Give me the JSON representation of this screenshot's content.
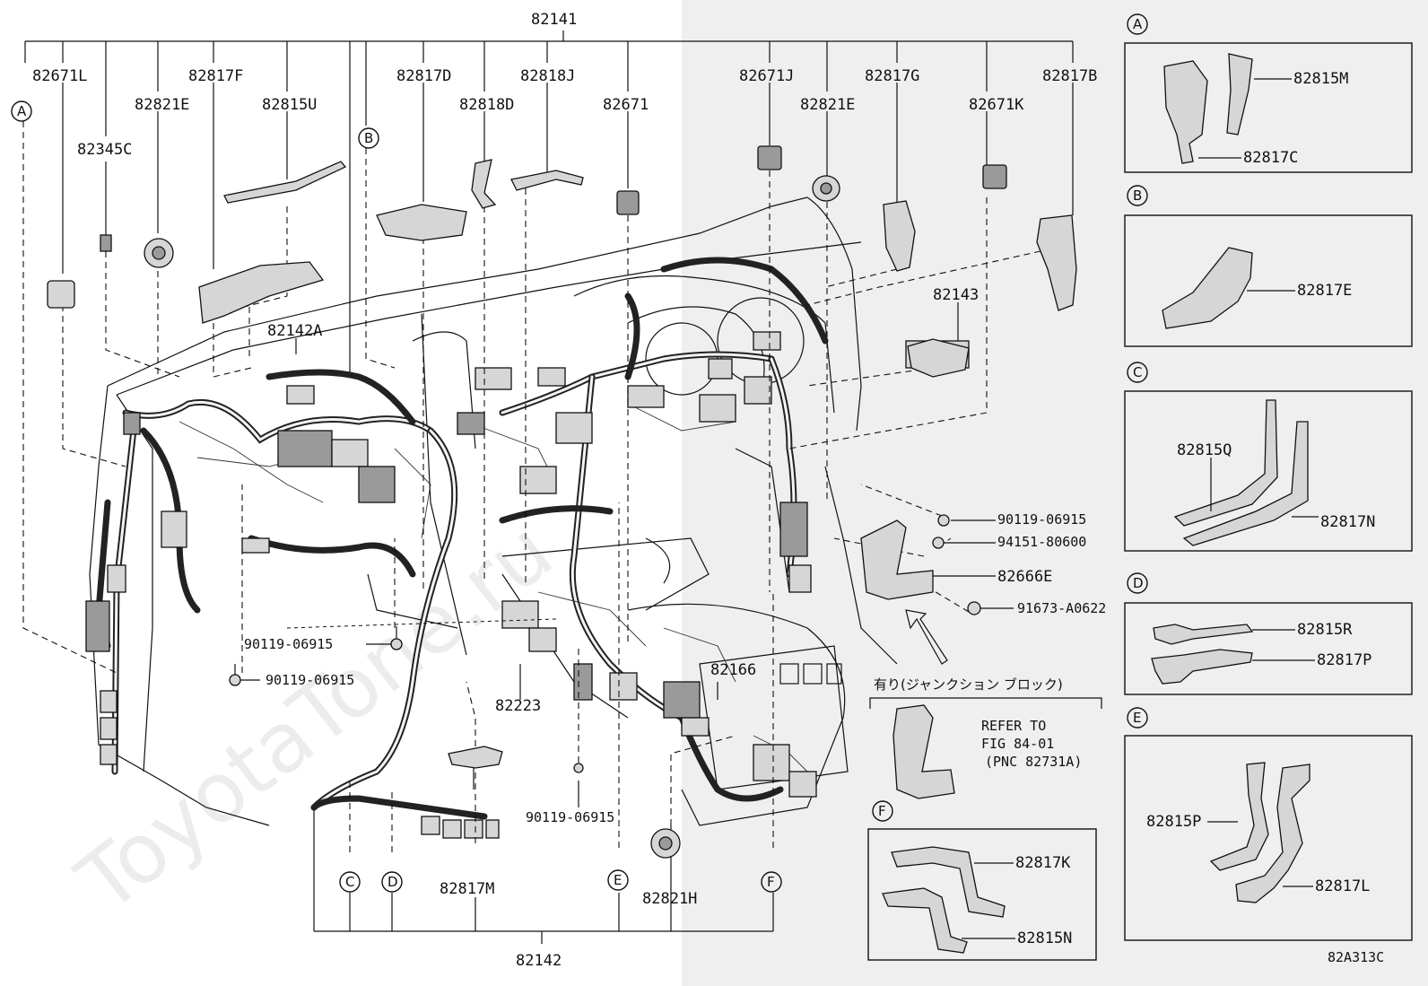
{
  "diagram": {
    "assembly_top": "82141",
    "assembly_bottom": "82142",
    "figure_code": "82A313C",
    "watermark": "ToyotaTone.ru",
    "main_labels": {
      "l82671L": "82671L",
      "l82345C": "82345C",
      "l82821E_a": "82821E",
      "l82817F": "82817F",
      "l82815U": "82815U",
      "l82817D": "82817D",
      "l82818D": "82818D",
      "l82818J": "82818J",
      "l82671": "82671",
      "l82671J": "82671J",
      "l82821E_b": "82821E",
      "l82817G": "82817G",
      "l82671K": "82671K",
      "l82817B": "82817B",
      "l82143": "82143",
      "l82142A": "82142A",
      "l90119a": "90119-06915",
      "l90119b": "90119-06915",
      "l90119c": "90119-06915",
      "l90119d": "90119-06915",
      "l94151": "94151-80600",
      "l82666E": "82666E",
      "l91673": "91673-A0622",
      "l82166": "82166",
      "l82223": "82223",
      "l82817M": "82817M",
      "l82821H": "82821H"
    },
    "circle_refs": {
      "A": "A",
      "B": "B",
      "C": "C",
      "D": "D",
      "E": "E",
      "F": "F"
    },
    "junction_note": {
      "title": "有り(ジャンクション ブロック)",
      "line1": "REFER TO",
      "line2": "FIG 84-01",
      "line3": "(PNC 82731A)"
    },
    "insets": {
      "A": {
        "ref": "A",
        "parts": [
          "82815M",
          "82817C"
        ]
      },
      "B": {
        "ref": "B",
        "parts": [
          "82817E"
        ]
      },
      "C": {
        "ref": "C",
        "parts": [
          "82815Q",
          "82817N"
        ]
      },
      "D": {
        "ref": "D",
        "parts": [
          "82815R",
          "82817P"
        ]
      },
      "E": {
        "ref": "E",
        "parts": [
          "82815P",
          "82817L"
        ]
      },
      "F": {
        "ref": "F",
        "parts": [
          "82817K",
          "82815N"
        ]
      }
    }
  }
}
